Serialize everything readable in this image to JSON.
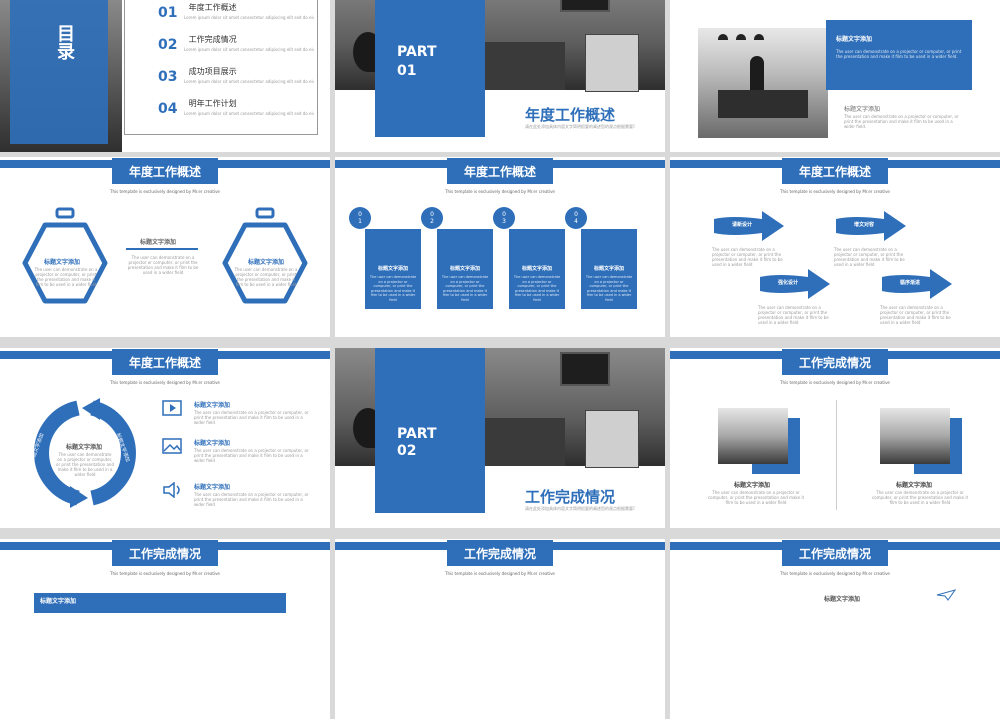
{
  "colors": {
    "accent": "#2f6fba",
    "panel": "#ffffff",
    "frame": "#d9d9d9"
  },
  "toc": {
    "title": "目录",
    "items": [
      {
        "num": "01",
        "label": "年度工作概述",
        "desc": "Lorem ipsum dolor sit amet consectetur adipiscing elit sed do eiusmod"
      },
      {
        "num": "02",
        "label": "工作完成情况",
        "desc": "Lorem ipsum dolor sit amet consectetur adipiscing elit sed do eiusmod"
      },
      {
        "num": "03",
        "label": "成功项目展示",
        "desc": "Lorem ipsum dolor sit amet consectetur adipiscing elit sed do eiusmod"
      },
      {
        "num": "04",
        "label": "明年工作计划",
        "desc": "Lorem ipsum dolor sit amet consectetur adipiscing elit sed do eiusmod"
      }
    ]
  },
  "part1": {
    "part": "PART",
    "num": "01",
    "title": "年度工作概述",
    "desc": "请在此处添加具体内容文字简明扼要的阐述您的观点根据需要可酌情增减文字"
  },
  "part2": {
    "part": "PART",
    "num": "02",
    "title": "工作完成情况",
    "desc": "请在此处添加具体内容文字简明扼要的阐述您的观点根据需要可酌情增减文字"
  },
  "common": {
    "subtitle": "This template is exclusively designed by Mr.er creative",
    "heading": "标题文字添加",
    "body": "The user can demonstrate on a projector or computer, or print the presentation and make it film to be used in a wider field"
  },
  "slide3": {
    "h1": "标题文字添加",
    "b1": "The user can demonstrate on a projector or computer, or print the presentation and make it film to be used in a wider field.",
    "h2": "标题文字添加",
    "b2": "The user can demonstrate on a projector or computer, or print the presentation and make it film to be used in a wider field."
  },
  "s4": {
    "title": "年度工作概述",
    "left_h": "标题文字添加",
    "mid_h": "标题文字添加",
    "right_h": "标题文字添加"
  },
  "s5": {
    "title": "年度工作概述",
    "cards": [
      {
        "num": "0\n1",
        "h": "标题文字添加"
      },
      {
        "num": "0\n2",
        "h": "标题文字添加"
      },
      {
        "num": "0\n3",
        "h": "标题文字添加"
      },
      {
        "num": "0\n4",
        "h": "标题文字添加"
      }
    ]
  },
  "s6": {
    "title": "年度工作概述",
    "arrows": [
      {
        "label": "请新设计"
      },
      {
        "label": "增文对容"
      },
      {
        "label": "强化设计"
      },
      {
        "label": "循序渐进"
      }
    ]
  },
  "s7": {
    "title": "年度工作概述",
    "center_h": "标题文字添加",
    "arc_left": "标题文字添加",
    "arc_right": "标题文字添加",
    "items": [
      {
        "icon": "play-icon",
        "h": "标题文字添加"
      },
      {
        "icon": "image-icon",
        "h": "标题文字添加"
      },
      {
        "icon": "speaker-icon",
        "h": "标题文字添加"
      }
    ]
  },
  "s9": {
    "title": "工作完成情况",
    "left_h": "标题文字添加",
    "right_h": "标题文字添加"
  },
  "s10": {
    "title": "工作完成情况",
    "tag": "标题文字添加"
  },
  "s11": {
    "title": "工作完成情况"
  },
  "s12": {
    "title": "工作完成情况",
    "h": "标题文字添加"
  }
}
